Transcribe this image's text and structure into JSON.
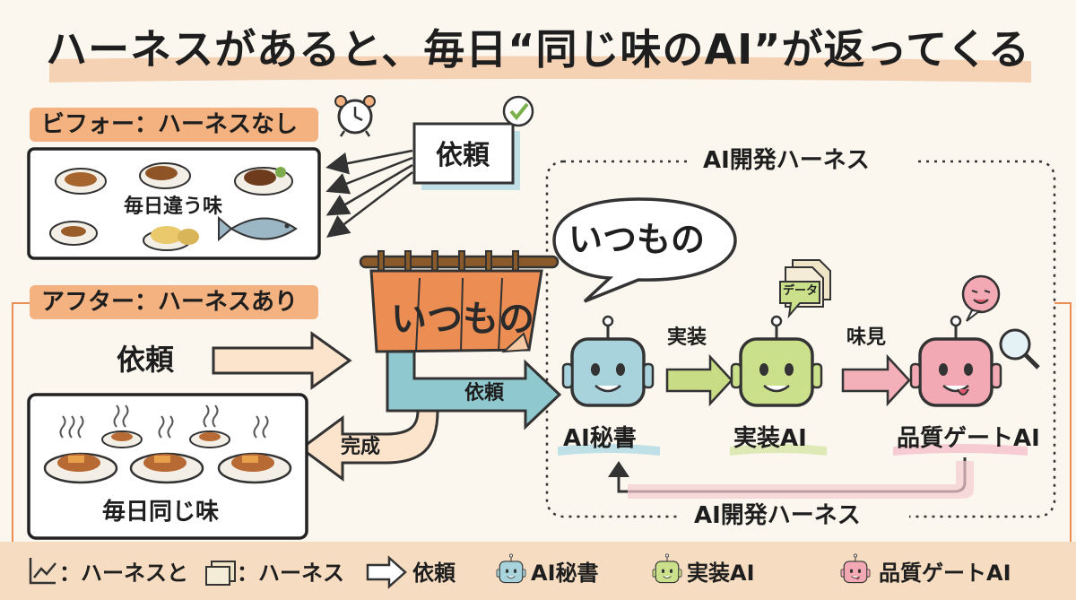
{
  "title": "ハーネスがあると、毎日“同じ味のAI”が返ってくる",
  "before": {
    "label": "ビフォー：ハーネスなし",
    "dishes_caption": "毎日違う味"
  },
  "request_card": "依頼",
  "harness_frame_label": "AI開発ハーネス",
  "harness_frame_label_bottom": "AI開発ハーネス",
  "speech_bubble": "いつもの",
  "after": {
    "label": "アフター：ハーネスあり",
    "request": "依頼",
    "noren": "いつもの",
    "request_arrow": "依頼",
    "done_arrow": "完成",
    "dishes_caption": "毎日同じ味"
  },
  "pipeline": {
    "step1_arrow": "実装",
    "step2_arrow": "味見",
    "data_doc": "データ",
    "robots": [
      {
        "label": "AI秘書",
        "color": "#a9d3dc"
      },
      {
        "label": "実装AI",
        "color": "#cbe08a"
      },
      {
        "label": "品質ゲートAI",
        "color": "#f3a9b3"
      }
    ]
  },
  "legend": {
    "item1": "：ハーネスと",
    "item2": "：ハーネス",
    "item3": "依頼",
    "item4": "AI秘書",
    "item5": "実装AI",
    "item6": "品質ゲートAI"
  },
  "colors": {
    "orange": "#f3b27f",
    "orange_dark": "#ec8e54",
    "teal": "#8fc8cf",
    "green": "#c8dc86",
    "pink": "#f3b0b8",
    "cream": "#fbf7ee",
    "legend_bar": "#f6dcc0"
  }
}
